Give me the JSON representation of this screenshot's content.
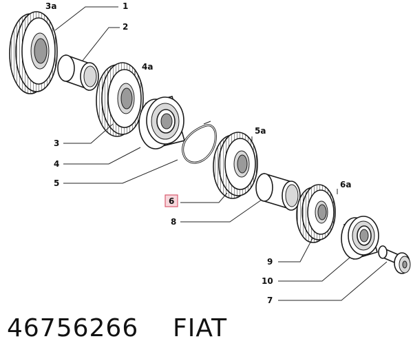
{
  "diagram": {
    "callouts": {
      "c1": "1",
      "c2": "2",
      "c3a": "3a",
      "c4a": "4a",
      "c3": "3",
      "c4": "4",
      "c5": "5",
      "c5a": "5a",
      "c6": "6",
      "c6a": "6a",
      "c8": "8",
      "c9": "9",
      "c10": "10",
      "c7": "7"
    },
    "highlight_color": "#f7d7dc",
    "highlight_border": "#d9596d"
  },
  "footer": {
    "part_number": "46756266",
    "brand": "FIAT"
  }
}
